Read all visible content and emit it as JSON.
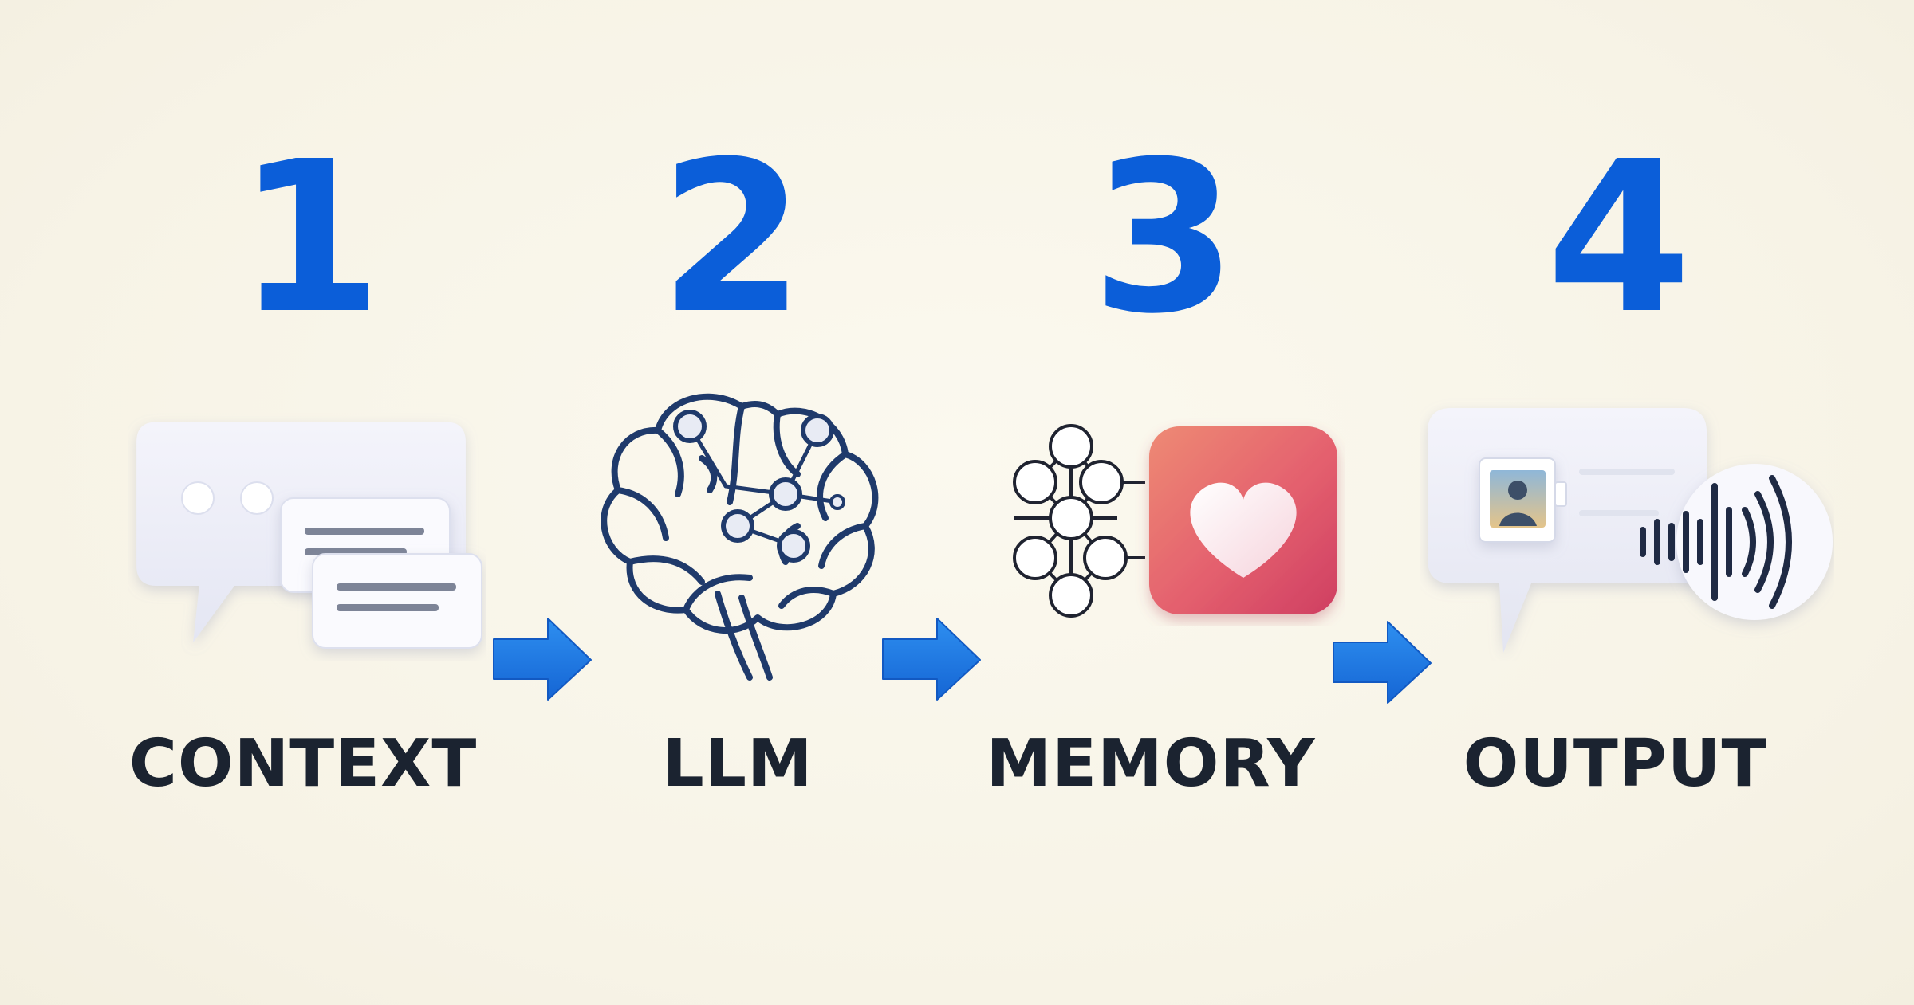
{
  "steps": [
    {
      "number": "1",
      "label": "CONTEXT",
      "icon": "chat-bubbles-icon"
    },
    {
      "number": "2",
      "label": "LLM",
      "icon": "brain-network-icon"
    },
    {
      "number": "3",
      "label": "MEMORY",
      "icon": "network-heart-icon"
    },
    {
      "number": "4",
      "label": "OUTPUT",
      "icon": "media-audio-output-icon"
    }
  ],
  "connectors": [
    "right-arrow-icon",
    "right-arrow-icon",
    "right-arrow-icon"
  ],
  "colors": {
    "background": "#f8f5e9",
    "number": "#0b5ed9",
    "label": "#1b2330",
    "arrow": "#1a7ae6",
    "brain_stroke": "#1f3a6b",
    "heart_tile": "#e0566e"
  }
}
